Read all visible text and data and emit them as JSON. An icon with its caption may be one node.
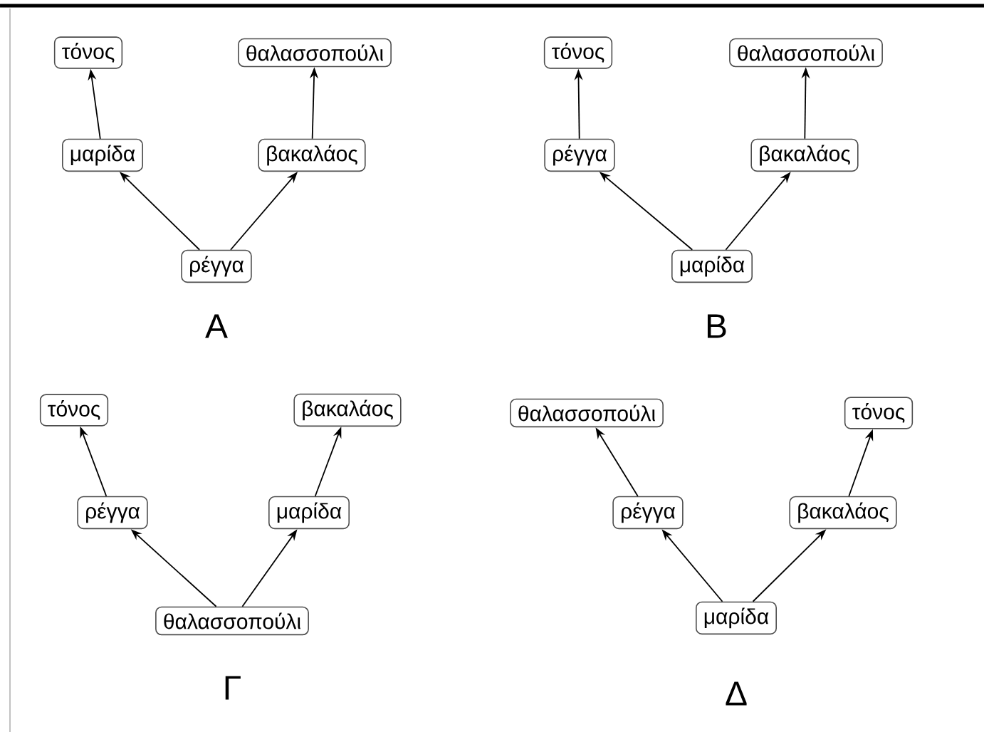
{
  "diagram": {
    "nodes": [
      {
        "text": [
          "τόνος"
        ]
      },
      {
        "text": [
          "θαλασσοπούλι"
        ]
      },
      {
        "text": [
          "μαρίδα"
        ]
      },
      {
        "text": [
          "βακαλάος"
        ]
      },
      {
        "text": [
          "ρέγγα"
        ]
      },
      {
        "text": [
          "τόνος"
        ]
      },
      {
        "text": [
          "θαλασσοπούλι"
        ]
      },
      {
        "text": [
          "ρέγγα"
        ]
      },
      {
        "text": [
          "βακαλάος"
        ]
      },
      {
        "text": [
          "μαρίδα"
        ]
      },
      {
        "text": [
          "τόνος"
        ]
      },
      {
        "text": [
          "βακαλάος"
        ]
      },
      {
        "text": [
          "ρέγγα"
        ]
      },
      {
        "text": [
          "μαρίδα"
        ]
      },
      {
        "text": [
          "θαλασσοπούλι"
        ]
      },
      {
        "text": [
          "θαλασσοπούλι"
        ]
      },
      {
        "text": [
          "τόνος"
        ]
      },
      {
        "text": [
          "ρέγγα"
        ]
      },
      {
        "text": [
          "βακαλάος"
        ]
      },
      {
        "text": [
          "μαρίδα"
        ]
      }
    ],
    "edges": [
      {
        "from": 4,
        "to": 2,
        "arrow": "to"
      },
      {
        "from": 4,
        "to": 3,
        "arrow": "to"
      },
      {
        "from": 2,
        "to": 0,
        "arrow": "to"
      },
      {
        "from": 3,
        "to": 1,
        "arrow": "to"
      },
      {
        "from": 9,
        "to": 7,
        "arrow": "to"
      },
      {
        "from": 9,
        "to": 8,
        "arrow": "to"
      },
      {
        "from": 7,
        "to": 5,
        "arrow": "to"
      },
      {
        "from": 8,
        "to": 6,
        "arrow": "to"
      },
      {
        "from": 14,
        "to": 12,
        "arrow": "to"
      },
      {
        "from": 14,
        "to": 13,
        "arrow": "to"
      },
      {
        "from": 12,
        "to": 10,
        "arrow": "to"
      },
      {
        "from": 13,
        "to": 11,
        "arrow": "to"
      },
      {
        "from": 19,
        "to": 17,
        "arrow": "to"
      },
      {
        "from": 19,
        "to": 18,
        "arrow": "to"
      },
      {
        "from": 17,
        "to": 15,
        "arrow": "to"
      },
      {
        "from": 18,
        "to": 16,
        "arrow": "to"
      }
    ],
    "labels": [
      "Α",
      "Β",
      "Γ",
      "Δ"
    ]
  }
}
